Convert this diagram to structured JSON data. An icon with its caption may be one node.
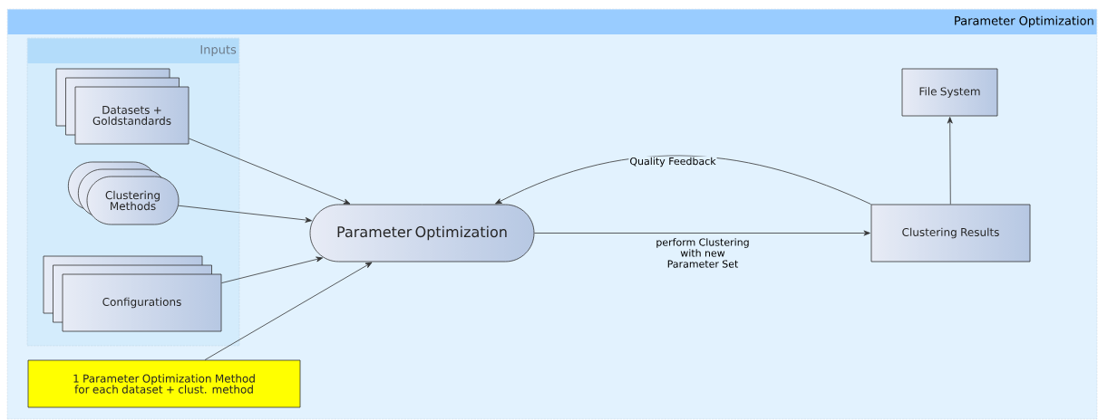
{
  "diagram": {
    "nodes": [
      {
        "text": [
          "Parameter Optimization"
        ]
      },
      {
        "text": [
          "Inputs"
        ],
        "in": 0
      },
      {
        "text": [
          "Datasets + Goldstandards"
        ],
        "in": 1
      },
      {
        "text": [
          "Clustering Methods"
        ],
        "in": 1
      },
      {
        "text": [
          "Configurations"
        ],
        "in": 1
      },
      {
        "text": [
          "1 Parameter Optimization Method for each dataset + clust. method"
        ],
        "in": 0
      },
      {
        "text": [
          "Parameter Optimization"
        ],
        "in": 0
      },
      {
        "text": [
          "File System"
        ],
        "in": 0
      },
      {
        "text": [
          "Clustering Results"
        ],
        "in": 0
      }
    ],
    "edges": [
      {
        "from": 2,
        "to": 6,
        "arrow": "to"
      },
      {
        "from": 3,
        "to": 6,
        "arrow": "to"
      },
      {
        "from": 4,
        "to": 6,
        "arrow": "to"
      },
      {
        "from": 5,
        "to": 6,
        "arrow": "to"
      },
      {
        "from": 8,
        "to": 6,
        "arrow": "to",
        "label": "Quality Feedback"
      },
      {
        "from": 6,
        "to": 8,
        "arrow": "to",
        "label": "perform Clustering with new Parameter Set"
      },
      {
        "from": 8,
        "to": 7,
        "arrow": "to"
      }
    ]
  }
}
